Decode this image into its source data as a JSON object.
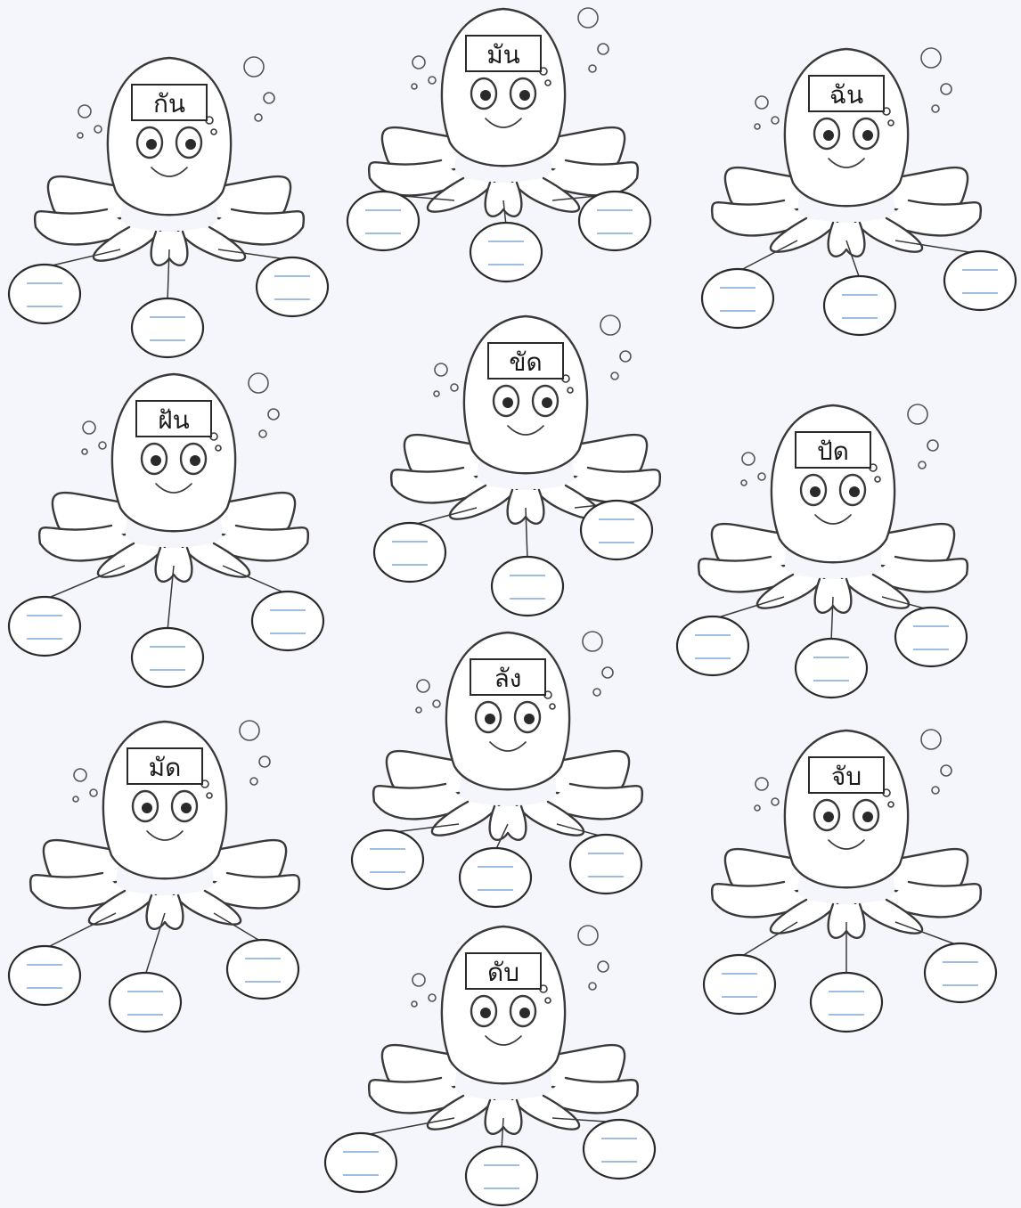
{
  "worksheet": {
    "octopuses": [
      {
        "word": "กัน"
      },
      {
        "word": "มัน"
      },
      {
        "word": "ฉัน"
      },
      {
        "word": "ฝัน"
      },
      {
        "word": "ขัด"
      },
      {
        "word": "ปัด"
      },
      {
        "word": "มัด"
      },
      {
        "word": "ลัง"
      },
      {
        "word": "จับ"
      },
      {
        "word": "ดับ"
      }
    ]
  },
  "colors": {
    "paper": "#f4f6fb",
    "ink": "#2a2a2a",
    "answer_line": "#7fa7d8"
  }
}
